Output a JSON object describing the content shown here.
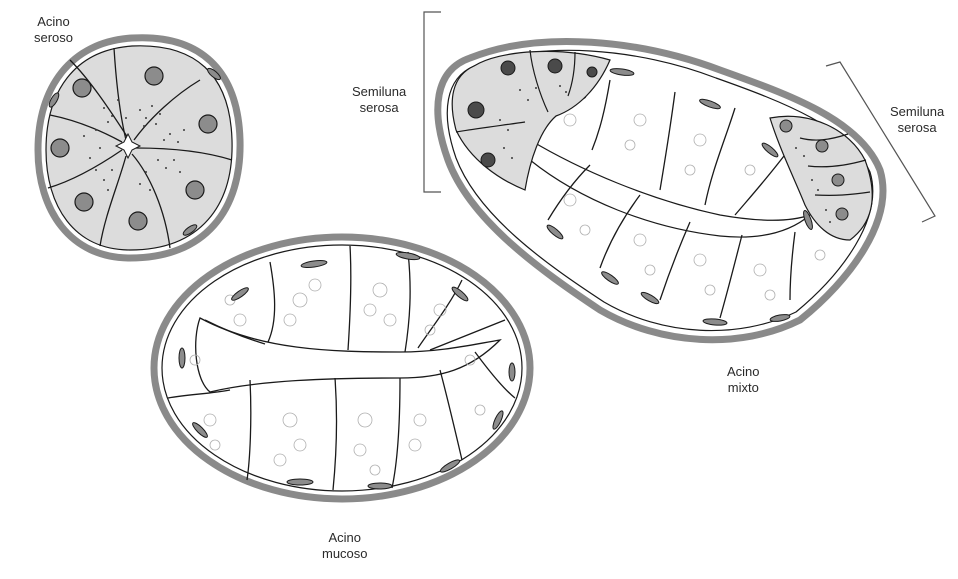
{
  "labels": {
    "serous_acinus": [
      "Acino",
      "seroso"
    ],
    "semilune_left": [
      "Semiluna",
      "serosa"
    ],
    "semilune_right": [
      "Semiluna",
      "serosa"
    ],
    "mixed_acinus": [
      "Acino",
      "mixto"
    ],
    "mucous_acinus": [
      "Acino",
      "mucoso"
    ]
  },
  "colors": {
    "outline": "#1a1a1a",
    "capsule": "#8a8a8a",
    "serous_fill": "#dcdcdc",
    "nucleus_fill": "#8c8c8c",
    "mucous_fill": "#ffffff"
  }
}
